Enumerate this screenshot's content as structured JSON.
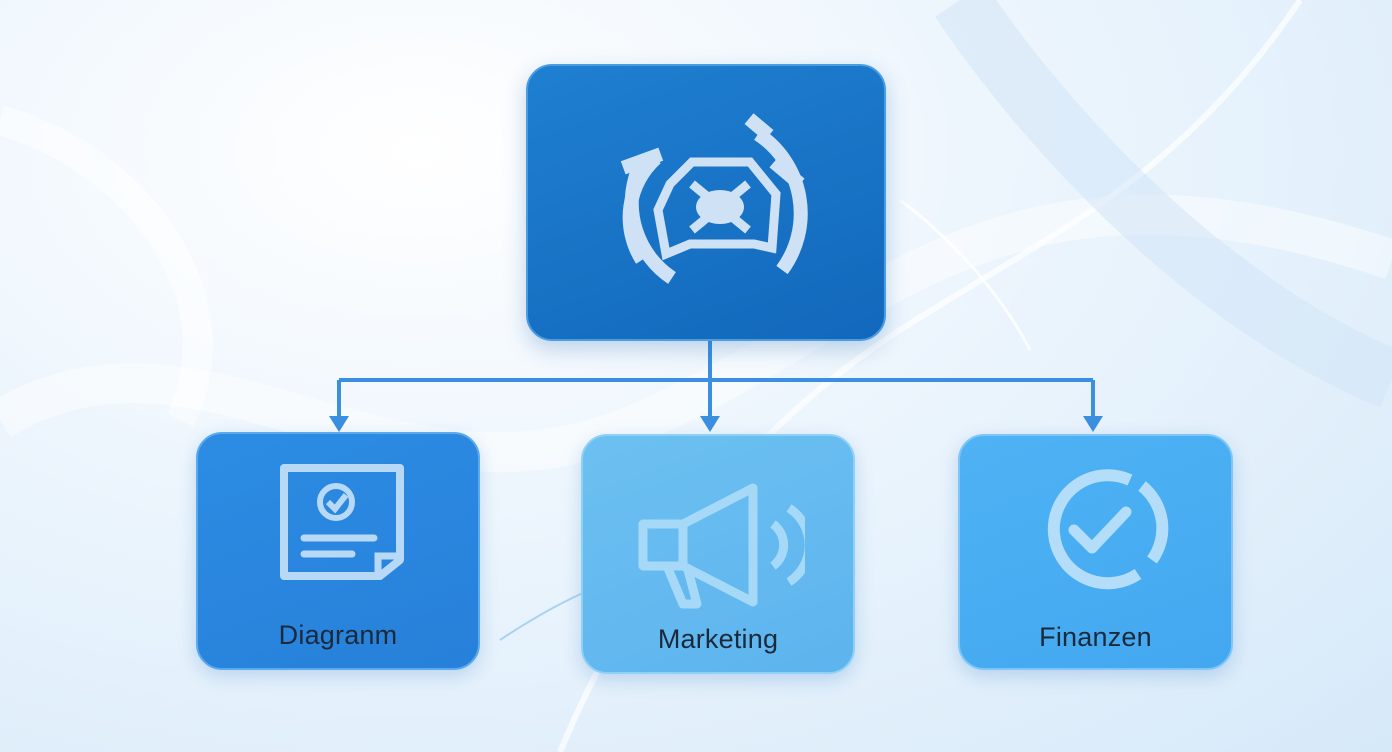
{
  "diagram": {
    "root": {
      "icon": "gauge-dashboard-icon",
      "color": "#1a74c6"
    },
    "children": [
      {
        "label": "Diagranm",
        "icon": "document-check-icon",
        "color": "#2a86de"
      },
      {
        "label": "Marketing",
        "icon": "megaphone-icon",
        "color": "#64baef"
      },
      {
        "label": "Finanzen",
        "icon": "circle-check-icon",
        "color": "#48acf2"
      }
    ],
    "connector_color": "#3b8fe0"
  }
}
